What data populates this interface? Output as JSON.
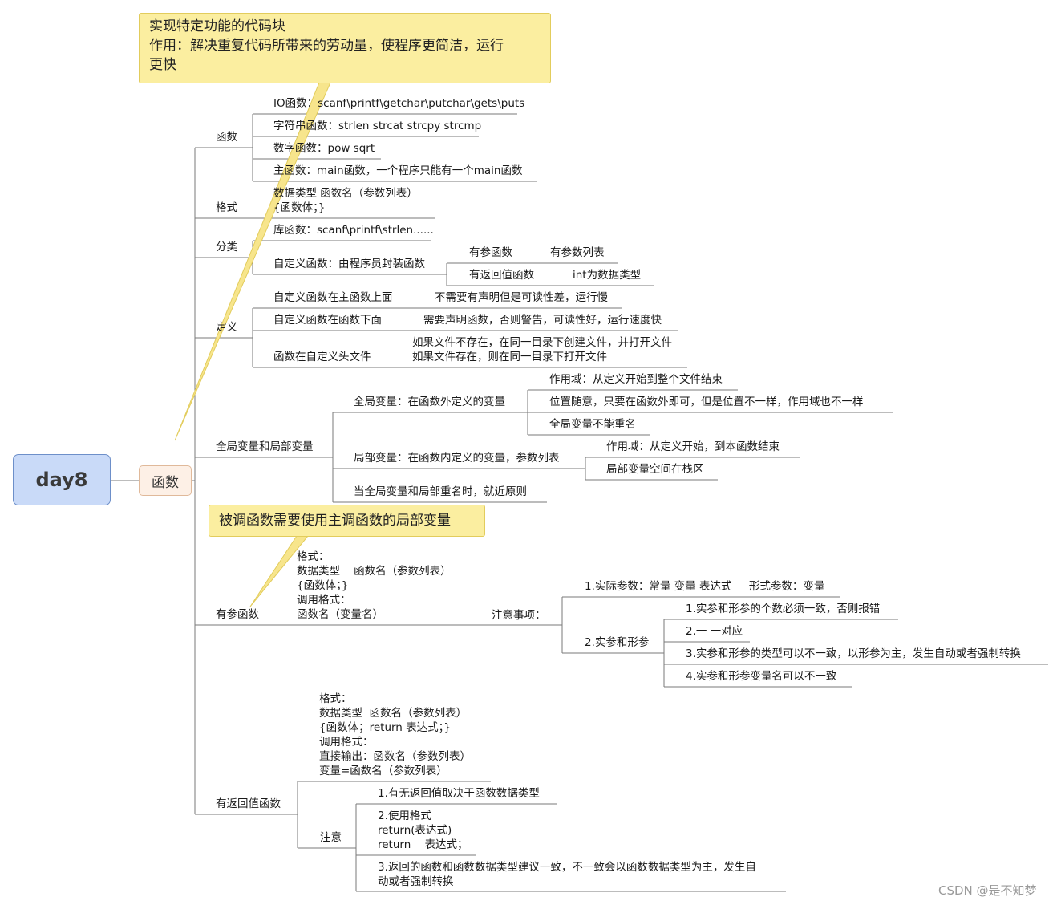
{
  "root": "day8",
  "main": "函数",
  "note_top": {
    "line1": "实现特定功能的代码块",
    "line2": "作用：解决重复代码所带来的劳动量，使程序更简洁，运行",
    "line3": "更快"
  },
  "note_mid": "被调函数需要使用主调函数的局部变量",
  "watermark": "CSDN @是不知梦",
  "sec_func": {
    "label": "函数",
    "io": "IO函数：scanf\\printf\\getchar\\putchar\\gets\\puts",
    "str": "字符串函数：strlen strcat strcpy strcmp",
    "num": "数字函数：pow sqrt",
    "main": "主函数：main函数，一个程序只能有一个main函数"
  },
  "sec_format": {
    "label": "格式",
    "l1": "数据类型 函数名（参数列表）",
    "l2": "{函数体；}"
  },
  "sec_class": {
    "label": "分类",
    "lib": "库函数：scanf\\printf\\strlen......",
    "custom": "自定义函数：由程序员封装函数",
    "has_param": "有参函数",
    "has_param_d": "有参数列表",
    "has_ret": "有返回值函数",
    "has_ret_d": "int为数据类型"
  },
  "sec_def": {
    "label": "定义",
    "a": "自定义函数在主函数上面",
    "a_d": "不需要有声明但是可读性差，运行慢",
    "b": "自定义函数在函数下面",
    "b_d": "需要声明函数，否则警告，可读性好，运行速度快",
    "c": "函数在自定义头文件",
    "c_d1": "如果文件不存在，在同一目录下创建文件，并打开文件",
    "c_d2": "如果文件存在，则在同一目录下打开文件"
  },
  "sec_scope": {
    "label": "全局变量和局部变量",
    "global": "全局变量：在函数外定义的变量",
    "g1": "作用域：从定义开始到整个文件结束",
    "g2": "位置随意，只要在函数外即可，但是位置不一样，作用域也不一样",
    "g3": "全局变量不能重名",
    "local": "局部变量：在函数内定义的变量，参数列表",
    "l1": "作用域：从定义开始，到本函数结束",
    "l2": "局部变量空间在栈区",
    "same": "当全局变量和局部重名时，就近原则"
  },
  "sec_param": {
    "label": "有参函数",
    "f1": "格式：",
    "f2": "数据类型    函数名（参数列表）",
    "f3": "{函数体；}",
    "f4": "调用格式：",
    "f5": "函数名（变量名）",
    "notes": "注意事项：",
    "n1": "1.实际参数：常量 变量 表达式     形式参数：变量",
    "n2": "2.实参和形参",
    "s1": "1.实参和形参的个数必须一致，否则报错",
    "s2": "2.一 一对应",
    "s3": "3.实参和形参的类型可以不一致，以形参为主，发生自动或者强制转换",
    "s4": "4.实参和形参变量名可以不一致"
  },
  "sec_ret": {
    "label": "有返回值函数",
    "f1": "格式：",
    "f2": "数据类型  函数名（参数列表）",
    "f3": "{函数体；return 表达式；}",
    "f4": "调用格式：",
    "f5": "直接输出：函数名（参数列表）",
    "f6": "变量=函数名（参数列表）",
    "note": "注意",
    "n1": "1.有无返回值取决于函数数据类型",
    "n2a": "2.使用格式",
    "n2b": "return(表达式)",
    "n2c": "return    表达式；",
    "n3a": "3.返回的函数和函数数据类型建议一致，不一致会以函数数据类型为主，发生自",
    "n3b": "动或者强制转换"
  }
}
